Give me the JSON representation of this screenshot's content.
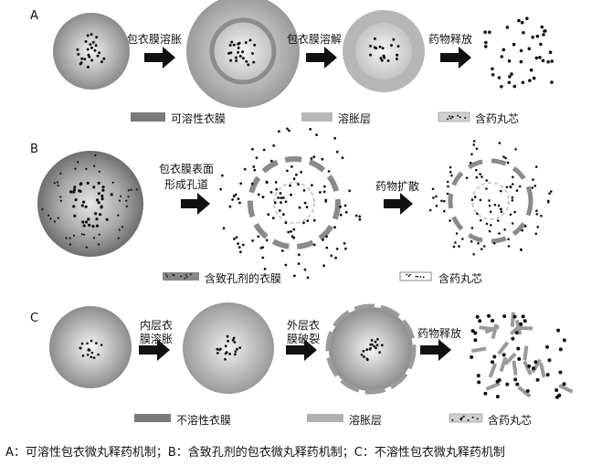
{
  "panels": {
    "A": {
      "label": "A",
      "steps": [
        "包衣膜溶胀",
        "包衣膜溶解",
        "药物释放"
      ],
      "legend": [
        "可溶性衣膜",
        "溶胀层",
        "含药丸芯"
      ]
    },
    "B": {
      "label": "B",
      "step1_line1": "包衣膜表面",
      "step1_line2": "形成孔道",
      "step2": "药物扩散",
      "legend": [
        "含致孔剂的衣膜",
        "含药丸芯"
      ]
    },
    "C": {
      "label": "C",
      "step1_line1": "内层衣",
      "step1_line2": "膜溶胀",
      "step2_line1": "外层衣",
      "step2_line2": "膜破裂",
      "step3": "药物释放",
      "legend": [
        "不溶性衣膜",
        "溶胀层",
        "含药丸芯"
      ]
    }
  },
  "caption": "A：可溶性包衣微丸释药机制；B：含致孔剂的包衣微丸释药机制；C：不溶性包衣微丸释药机制",
  "colors": {
    "dark_coat": "#7a7a7a",
    "swell_layer": "#b4b4b4",
    "core": "#d6d6d6",
    "dot": "#111111"
  }
}
